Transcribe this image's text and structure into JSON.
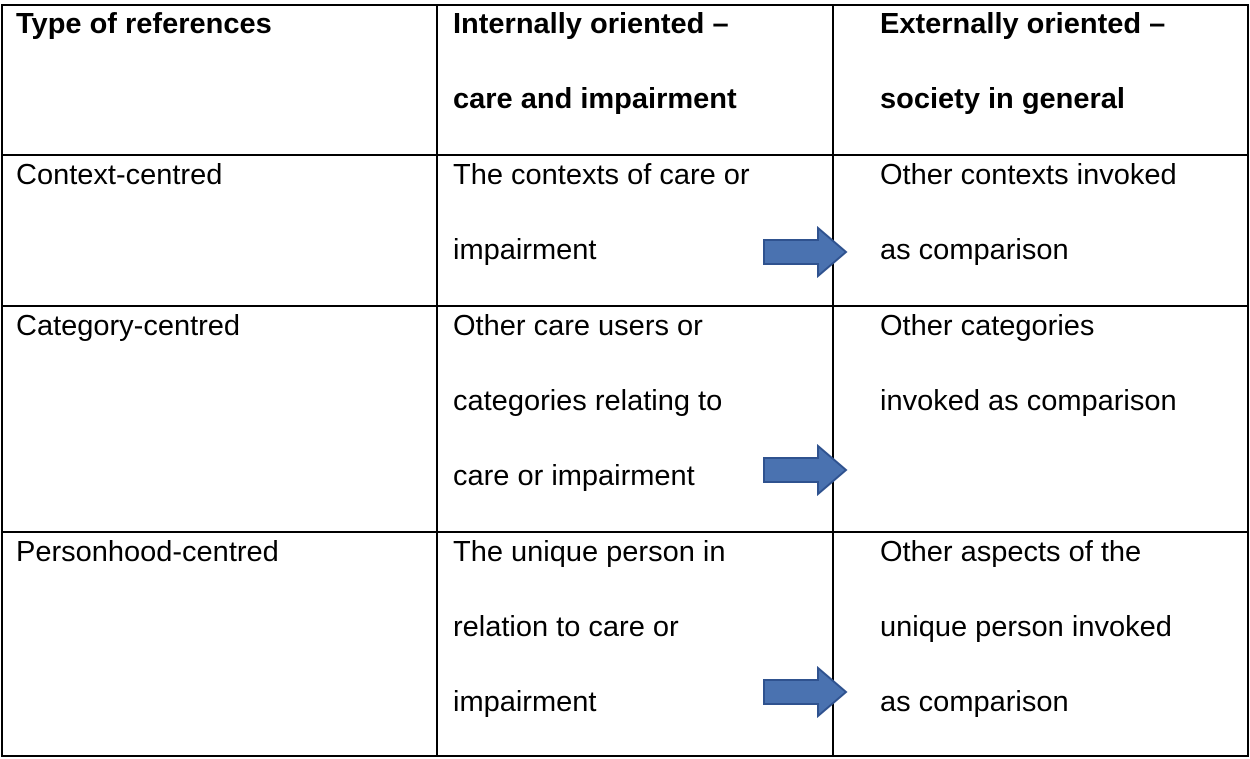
{
  "table": {
    "headers": [
      {
        "bold": "Type of references",
        "normal": ""
      },
      {
        "bold": "Internally oriented",
        "normal": " –\ncare and impairment"
      },
      {
        "bold": "Externally oriented",
        "normal": " –\nsociety in general"
      }
    ],
    "rows": [
      {
        "type": "Context-centred",
        "internal": "The contexts of care or\nimpairment",
        "external": "Other contexts invoked\nas comparison"
      },
      {
        "type": "Category-centred",
        "internal": "Other care users or\ncategories relating to\ncare or impairment",
        "external": "Other categories\ninvoked as comparison"
      },
      {
        "type": "Personhood-centred",
        "internal": "The unique person in\nrelation to care or\nimpairment",
        "external": "Other aspects of the\nunique person invoked\nas comparison"
      }
    ]
  },
  "arrow": {
    "icon": "right-arrow-icon",
    "fill": "#4a72b0",
    "stroke": "#2f528f"
  }
}
